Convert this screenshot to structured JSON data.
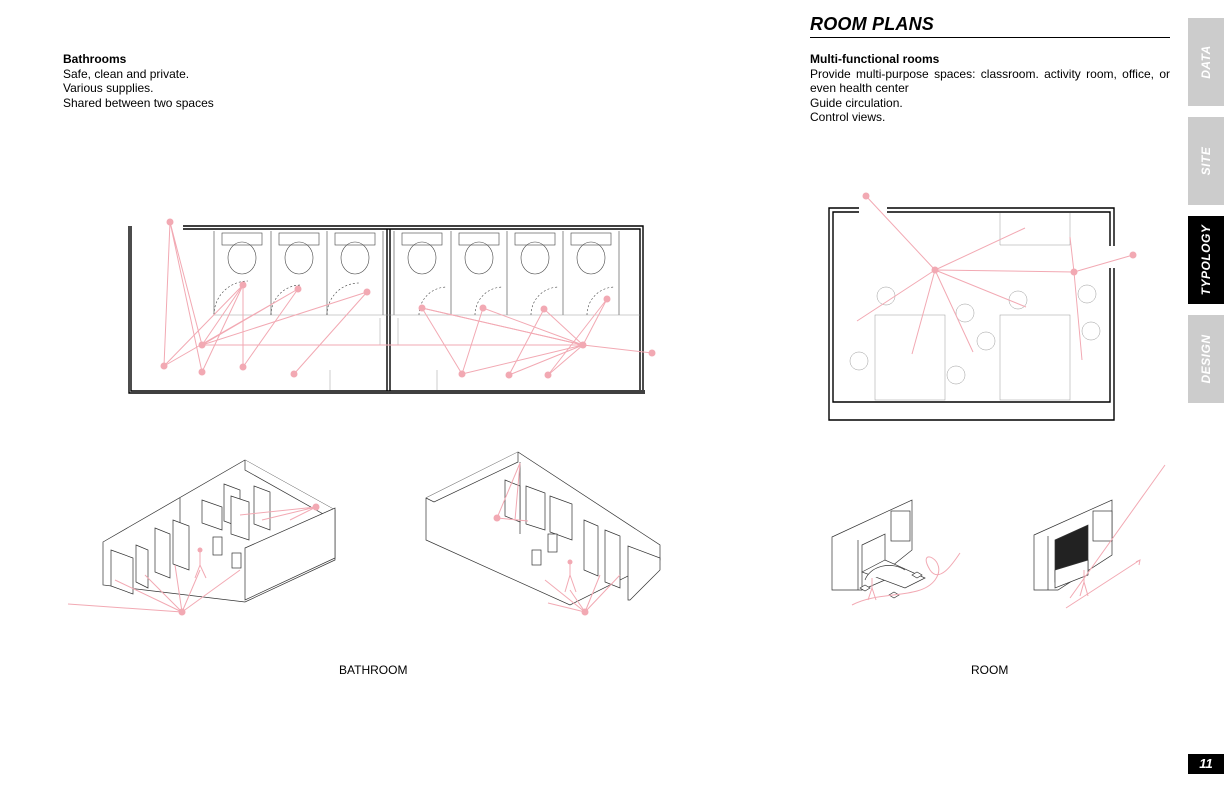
{
  "header": {
    "title": "ROOM PLANS"
  },
  "left_text": {
    "heading": "Bathrooms",
    "lines": [
      "Safe, clean and private.",
      "Various supplies.",
      "Shared between two spaces"
    ]
  },
  "right_text": {
    "heading": "Multi-functional rooms",
    "lines": [
      "Provide multi-purpose spaces: classroom. activity room, office, or even health center",
      "Guide circulation.",
      "Control views."
    ]
  },
  "side_tabs": [
    {
      "label": "DATA",
      "active": false
    },
    {
      "label": "SITE",
      "active": false
    },
    {
      "label": "TYPOLOGY",
      "active": true
    },
    {
      "label": "DESIGN",
      "active": false
    }
  ],
  "captions": {
    "bathroom": "BATHROOM",
    "room": "ROOM"
  },
  "page_number": "11",
  "colors": {
    "accent": "#f2a9b3",
    "text": "#000000",
    "tab_inactive": "#cccccc",
    "tab_active": "#000000"
  }
}
